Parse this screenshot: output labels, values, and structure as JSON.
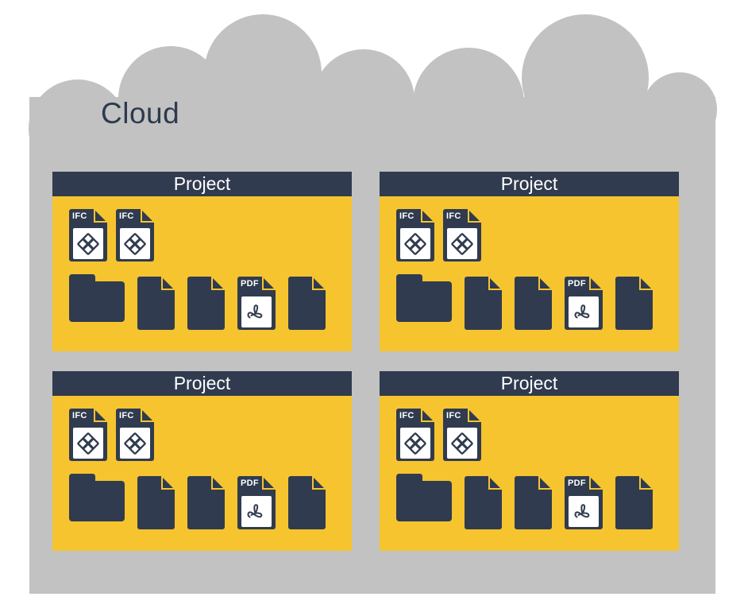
{
  "cloud": {
    "label": "Cloud"
  },
  "colors": {
    "cloud_gray": "#C2C2C2",
    "panel_yellow": "#F6C42F",
    "navy": "#303B4F",
    "text_white": "#FFFFFF",
    "cloud_text": "#2E3A4D"
  },
  "panels": [
    {
      "title": "Project",
      "ifc_files": [
        {
          "label": "IFC"
        },
        {
          "label": "IFC"
        }
      ],
      "documents": [
        {
          "type": "folder"
        },
        {
          "type": "document"
        },
        {
          "type": "document"
        },
        {
          "type": "pdf",
          "label": "PDF"
        },
        {
          "type": "document"
        }
      ]
    },
    {
      "title": "Project",
      "ifc_files": [
        {
          "label": "IFC"
        },
        {
          "label": "IFC"
        }
      ],
      "documents": [
        {
          "type": "folder"
        },
        {
          "type": "document"
        },
        {
          "type": "document"
        },
        {
          "type": "pdf",
          "label": "PDF"
        },
        {
          "type": "document"
        }
      ]
    },
    {
      "title": "Project",
      "ifc_files": [
        {
          "label": "IFC"
        },
        {
          "label": "IFC"
        }
      ],
      "documents": [
        {
          "type": "folder"
        },
        {
          "type": "document"
        },
        {
          "type": "document"
        },
        {
          "type": "pdf",
          "label": "PDF"
        },
        {
          "type": "document"
        }
      ]
    },
    {
      "title": "Project",
      "ifc_files": [
        {
          "label": "IFC"
        },
        {
          "label": "IFC"
        }
      ],
      "documents": [
        {
          "type": "folder"
        },
        {
          "type": "document"
        },
        {
          "type": "document"
        },
        {
          "type": "pdf",
          "label": "PDF"
        },
        {
          "type": "document"
        }
      ]
    }
  ]
}
